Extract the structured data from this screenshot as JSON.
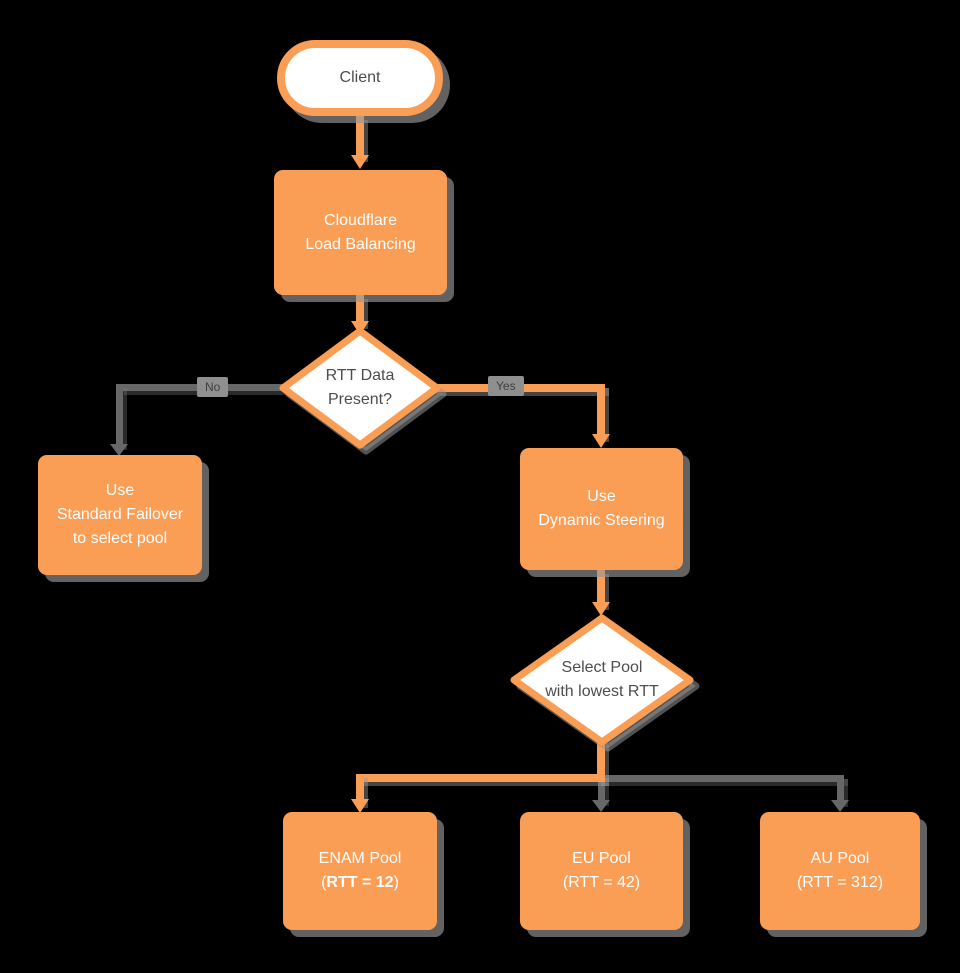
{
  "diagram": {
    "colors": {
      "orange": "#FA9D55",
      "gray_line": "#676767",
      "text_dark": "#4D4D4D",
      "text_light": "#FFFFFF",
      "badge_bg": "#8F8F8F",
      "badge_text": "#3F3F3F",
      "background": "#000000"
    },
    "nodes": {
      "client": {
        "label": "Client"
      },
      "load_balancing": {
        "line1": "Cloudflare",
        "line2": "Load Balancing"
      },
      "rtt_decision": {
        "line1": "RTT Data",
        "line2": "Present?"
      },
      "standard_failover": {
        "line1": "Use",
        "line2": "Standard Failover",
        "line3": "to select pool"
      },
      "dynamic_steering": {
        "line1": "Use",
        "line2": "Dynamic Steering"
      },
      "select_pool": {
        "line1": "Select Pool",
        "line2": "with lowest RTT"
      },
      "enam_pool": {
        "line1": "ENAM Pool",
        "line2_open": "(",
        "line2_bold": "RTT = 12",
        "line2_close": ")"
      },
      "eu_pool": {
        "line1": "EU Pool",
        "line2": "(RTT = 42)"
      },
      "au_pool": {
        "line1": "AU Pool",
        "line2": "(RTT = 312)"
      }
    },
    "edges": {
      "no_label": "No",
      "yes_label": "Yes"
    }
  }
}
